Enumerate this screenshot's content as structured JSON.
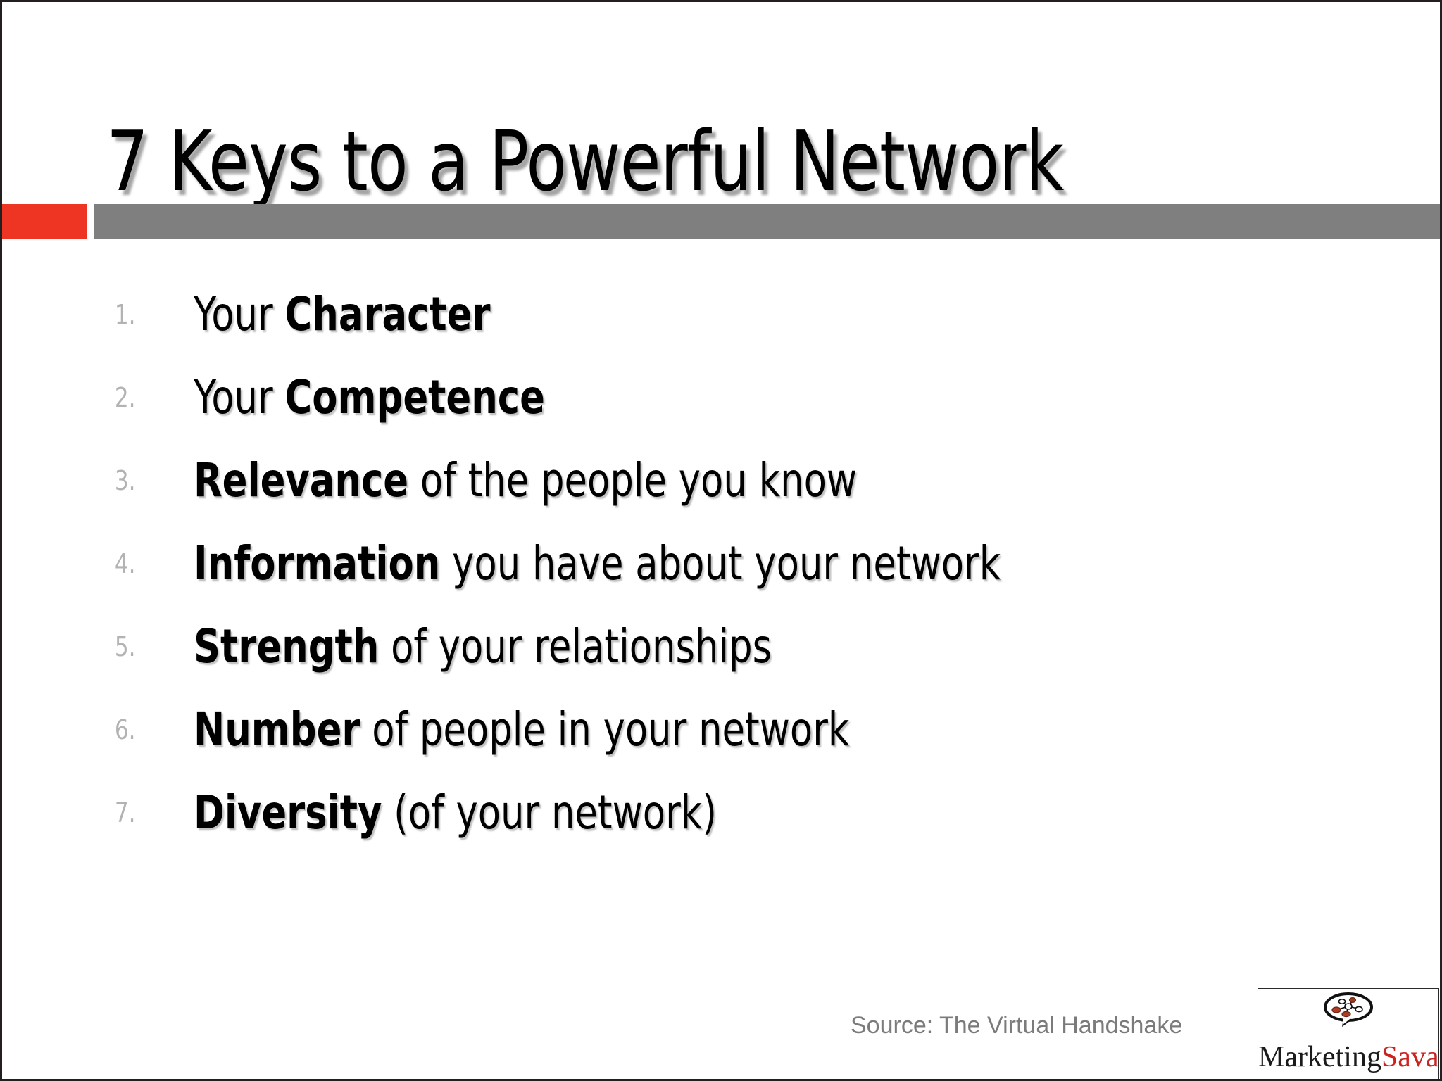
{
  "slide": {
    "title": "7 Keys to a Powerful Network",
    "background_color": "#ffffff",
    "border_color": "#231f20"
  },
  "divider": {
    "accent_color": "#ee3524",
    "bar_color": "#7f7f7f"
  },
  "keys": [
    {
      "number": "1.",
      "lead": "Your ",
      "emphasis": "Character",
      "tail": ""
    },
    {
      "number": "2.",
      "lead": "Your ",
      "emphasis": "Competence",
      "tail": ""
    },
    {
      "number": "3.",
      "lead": "",
      "emphasis": "Relevance",
      "tail": " of the people you know"
    },
    {
      "number": "4.",
      "lead": "",
      "emphasis": "Information",
      "tail": " you have about your network"
    },
    {
      "number": "5.",
      "lead": "",
      "emphasis": "Strength",
      "tail": " of your relationships"
    },
    {
      "number": "6.",
      "lead": "",
      "emphasis": "Number",
      "tail": " of people in your network"
    },
    {
      "number": "7.",
      "lead": "",
      "emphasis": "Diversity",
      "tail": " (of your network)"
    }
  ],
  "footer": {
    "source": "Source: The Virtual Handshake",
    "source_color": "#7b7b7b"
  },
  "logo": {
    "word_primary": "Marketing",
    "word_secondary": "Savant",
    "primary_color": "#1a1a1a",
    "secondary_color": "#cc2222",
    "mark_name": "speech-bubble-network-icon"
  }
}
